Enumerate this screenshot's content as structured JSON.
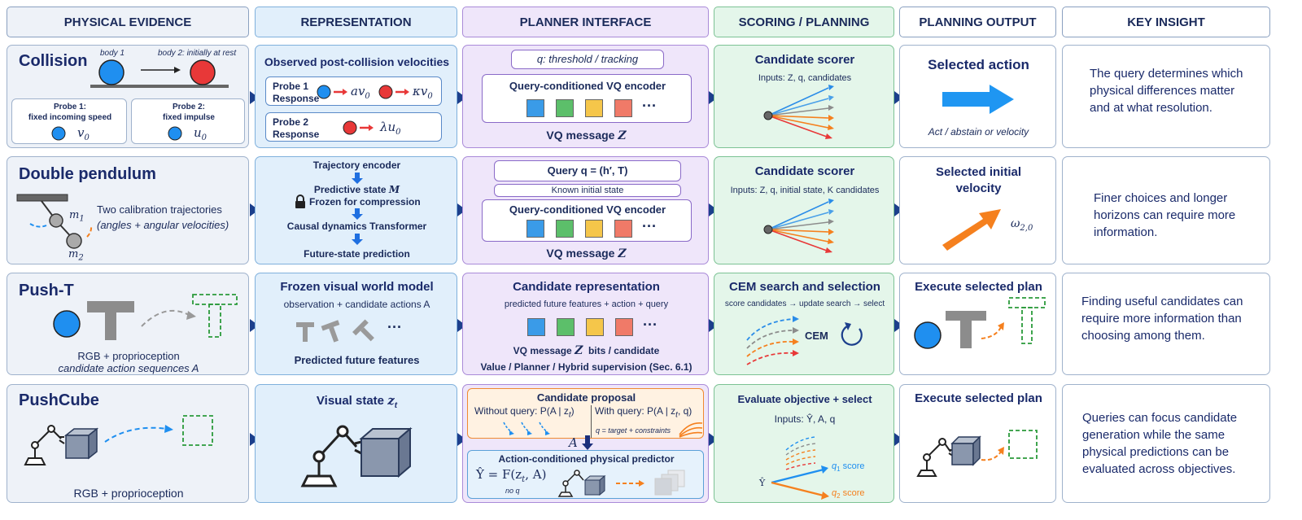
{
  "headers": [
    "PHYSICAL EVIDENCE",
    "REPRESENTATION",
    "PLANNER INTERFACE",
    "SCORING / PLANNING",
    "PLANNING OUTPUT",
    "KEY INSIGHT"
  ],
  "rows": {
    "collision": {
      "title": "Collision",
      "body1": "body 1",
      "body2": "body 2: initially at rest",
      "probe1": "Probe 1:",
      "probe1_sub": "fixed incoming speed",
      "probe1_var": "v",
      "probe2": "Probe 2:",
      "probe2_sub": "fixed impulse",
      "probe2_var": "u",
      "sub0": "0",
      "rep_title": "Observed post-collision velocities",
      "rep_probe1": "Probe 1",
      "rep_response": "Response",
      "rep_probe2": "Probe 2",
      "rep_av": "av",
      "rep_kv": "κv",
      "rep_lu": "λu",
      "query": "q: threshold / tracking",
      "encoder": "Query-conditioned VQ encoder",
      "dots": "···",
      "message": "VQ message",
      "Z": "Z",
      "scorer": "Candidate scorer",
      "scorer_inputs": "Inputs: Z, q, candidates",
      "output_title": "Selected action",
      "output_sub": "Act / abstain or velocity",
      "insight": "The query determines which physical differences matter and at what resolution."
    },
    "pendulum": {
      "title": "Double pendulum",
      "m1": "m",
      "m2": "m",
      "s1": "1",
      "s2": "2",
      "calib1": "Two calibration trajectories",
      "calib2": "(angles + angular velocities)",
      "traj_enc": "Trajectory encoder",
      "pred_state": "Predictive state",
      "M": "M",
      "frozen": "Frozen for compression",
      "causal": "Causal dynamics Transformer",
      "future": "Future-state prediction",
      "query": "Query q = (h′, T)",
      "known": "Known initial state",
      "encoder": "Query-conditioned VQ encoder",
      "dots": "···",
      "message": "VQ message",
      "Z": "Z",
      "scorer": "Candidate scorer",
      "scorer_inputs": "Inputs: Z, q, initial state, K candidates",
      "output_title1": "Selected initial",
      "output_title2": "velocity",
      "omega": "ω",
      "omega_sub": "2,0",
      "insight": "Finer choices and longer horizons can require more information."
    },
    "pusht": {
      "title": "Push-T",
      "rgb": "RGB + proprioception",
      "cand": "candidate action sequences A",
      "rep_title": "Frozen visual world model",
      "rep_sub": "observation + candidate actions A",
      "dots": "···",
      "pred": "Predicted future features",
      "cand_rep": "Candidate representation",
      "cand_rep_sub": "predicted future features + action + query",
      "message": "VQ message",
      "Z": "Z",
      "bits": "bits / candidate",
      "supervision": "Value / Planner / Hybrid supervision (Sec. 6.1)",
      "cem_title": "CEM search and selection",
      "cem_sub": "score candidates → update search → select",
      "cem": "CEM",
      "output_title": "Execute selected plan",
      "insight": "Finding useful candidates can require more information than choosing among them."
    },
    "pushcube": {
      "title": "PushCube",
      "rgb": "RGB + proprioception",
      "rep_title": "Visual state",
      "zt": "z",
      "zt_sub": "t",
      "proposal": "Candidate proposal",
      "without": "Without query: P(A | z",
      "without_end": ")",
      "with": "With query: P(A | z",
      "with_end": ", q)",
      "t": "t",
      "qtarget": "q = target + constraints",
      "A": "A",
      "predictor": "Action-conditioned physical predictor",
      "formula": "Ŷ = F(z",
      "formula_end": ", A)",
      "noq": "no q",
      "eval": "Evaluate objective + select",
      "eval_inputs": "Inputs: Ŷ, A, q",
      "yhat": "Ŷ",
      "q1": "q",
      "q1s": "1",
      "q2": "q",
      "q2s": "2",
      "score": " score",
      "output_title": "Execute selected plan",
      "insight": "Queries can focus candidate generation while the same physical predictions can be evaluated across objectives."
    }
  },
  "colors": {
    "navy": "#1a2a6a",
    "blue": "#1f8ff0",
    "red": "#e83838",
    "orange": "#f5801e",
    "green": "#2a9a3a",
    "grey": "#8c8c8c"
  }
}
